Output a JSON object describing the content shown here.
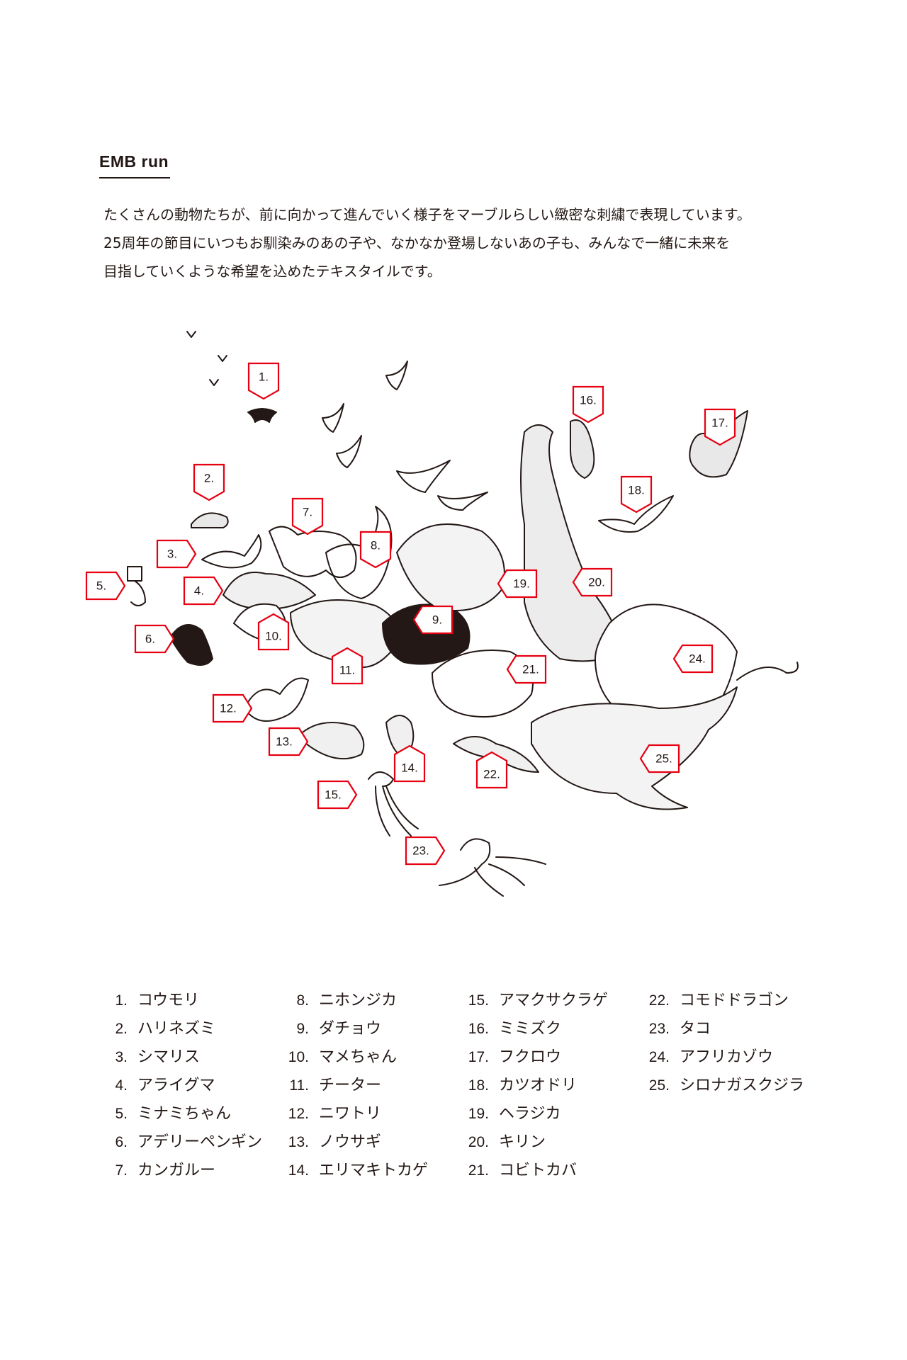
{
  "title": "EMB run",
  "intro": [
    "たくさんの動物たちが、前に向かって進んでいく様子をマーブルらしい緻密な刺繍で表現しています。",
    "25周年の節目にいつもお馴染みのあの子や、なかなか登場しないあの子も、みんなで一緒に未来を",
    "目指していくような希望を込めたテキスタイルです。"
  ],
  "markers": [
    "1.",
    "2.",
    "3.",
    "4.",
    "5.",
    "6.",
    "7.",
    "8.",
    "9.",
    "10.",
    "11.",
    "12.",
    "13.",
    "14.",
    "15.",
    "16.",
    "17.",
    "18.",
    "19.",
    "20.",
    "21.",
    "22.",
    "23.",
    "24.",
    "25."
  ],
  "legend": [
    [
      {
        "num": "1.",
        "name": "コウモリ"
      },
      {
        "num": "2.",
        "name": "ハリネズミ"
      },
      {
        "num": "3.",
        "name": "シマリス"
      },
      {
        "num": "4.",
        "name": "アライグマ"
      },
      {
        "num": "5.",
        "name": "ミナミちゃん"
      },
      {
        "num": "6.",
        "name": "アデリーペンギン"
      },
      {
        "num": "7.",
        "name": "カンガルー"
      }
    ],
    [
      {
        "num": "8.",
        "name": "ニホンジカ"
      },
      {
        "num": "9.",
        "name": "ダチョウ"
      },
      {
        "num": "10.",
        "name": "マメちゃん"
      },
      {
        "num": "11.",
        "name": "チーター"
      },
      {
        "num": "12.",
        "name": "ニワトリ"
      },
      {
        "num": "13.",
        "name": "ノウサギ"
      },
      {
        "num": "14.",
        "name": "エリマキトカゲ"
      }
    ],
    [
      {
        "num": "15.",
        "name": "アマクサクラゲ"
      },
      {
        "num": "16.",
        "name": "ミミズク"
      },
      {
        "num": "17.",
        "name": "フクロウ"
      },
      {
        "num": "18.",
        "name": "カツオドリ"
      },
      {
        "num": "19.",
        "name": "ヘラジカ"
      },
      {
        "num": "20.",
        "name": "キリン"
      },
      {
        "num": "21.",
        "name": "コビトカバ"
      }
    ],
    [
      {
        "num": "22.",
        "name": "コモドドラゴン"
      },
      {
        "num": "23.",
        "name": "タコ"
      },
      {
        "num": "24.",
        "name": "アフリカゾウ"
      },
      {
        "num": "25.",
        "name": "シロナガスクジラ"
      }
    ]
  ],
  "colors": {
    "marker_border": "#e60012",
    "ink": "#231815"
  }
}
